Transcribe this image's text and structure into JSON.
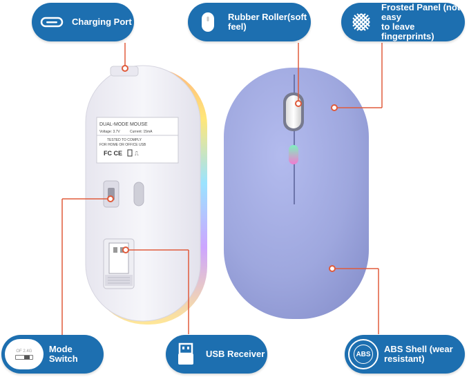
{
  "callouts": {
    "charging_port": "Charging Port",
    "rubber_roller": "Rubber Roller(soft feel)",
    "frosted_panel_line1": "Frosted Panel (not easy",
    "frosted_panel_line2": "to leave fingerprints)",
    "mode_switch": "Mode Switch",
    "usb_receiver": "USB Receiver",
    "abs_shell_line1": "ABS Shell (wear",
    "abs_shell_line2": "resistant)"
  },
  "bottom_label": {
    "title": "DUAL-MODE MOUSE",
    "voltage": "Voltage: 3.7V",
    "current": "Current: 15mA",
    "tested_line1": "TESTED TO COMPLY",
    "tested_line2": "FOR HOME OR OFFICE USB",
    "marks": "FC CE"
  },
  "switch_icon_text": "OF 2.4G",
  "abs_badge": "ABS",
  "colors": {
    "callout_blue": "#1d6fb0",
    "leader_red": "#e05a3a",
    "mouse_top_purple": "#9aa3d9",
    "mouse_bottom_white": "#f1f1f6"
  },
  "icons": [
    "usb-c-port-icon",
    "scroll-wheel-icon",
    "frosted-texture-icon",
    "toggle-switch-icon",
    "usb-icon",
    "abs-badge-icon"
  ]
}
